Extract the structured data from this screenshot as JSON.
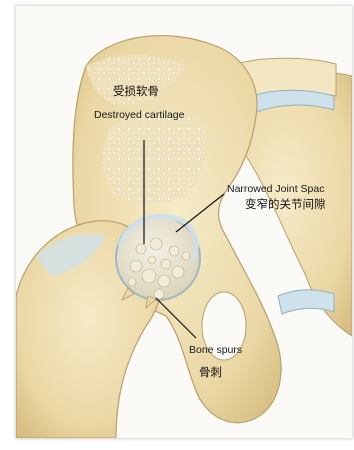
{
  "labels": {
    "destroyed_cartilage_cn": "受损软骨",
    "destroyed_cartilage_en": "Destroyed cartilage",
    "narrowed_joint_space_en": "Narrowed Joint Spac",
    "narrowed_joint_space_cn": "变窄的关节间隙",
    "bone_spurs_en": "Bone spurs",
    "bone_spurs_cn": "骨刺"
  },
  "colors": {
    "bone": "#efe0b4",
    "bone_outline": "#b9a06a",
    "cartilage_blue": "#cfe1ea",
    "background": "#fbfaf6"
  }
}
